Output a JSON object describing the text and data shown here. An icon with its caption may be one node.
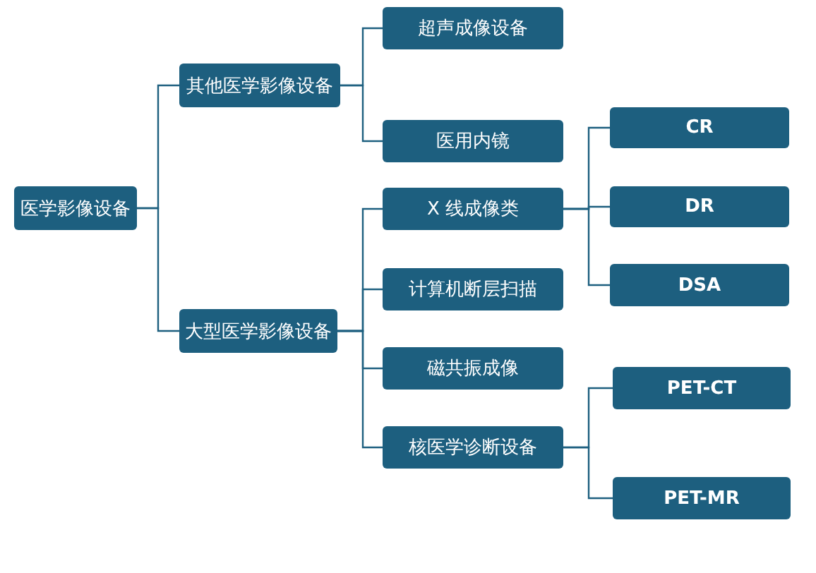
{
  "diagram": {
    "nodes": [
      {
        "text": [
          "医学影像设备"
        ]
      },
      {
        "text": [
          "其他医学影像设备"
        ]
      },
      {
        "text": [
          "大型医学影像设备"
        ]
      },
      {
        "text": [
          "超声成像设备"
        ]
      },
      {
        "text": [
          "医用内镜"
        ]
      },
      {
        "text": [
          "X 线成像类"
        ]
      },
      {
        "text": [
          "计算机断层扫描"
        ]
      },
      {
        "text": [
          "磁共振成像"
        ]
      },
      {
        "text": [
          "核医学诊断设备"
        ]
      },
      {
        "text": [
          "CR"
        ]
      },
      {
        "text": [
          "DR"
        ]
      },
      {
        "text": [
          "DSA"
        ]
      },
      {
        "text": [
          "PET-CT"
        ]
      },
      {
        "text": [
          "PET-MR"
        ]
      }
    ],
    "edges": [
      {
        "from": 0,
        "to": 1,
        "arrow": "none"
      },
      {
        "from": 0,
        "to": 2,
        "arrow": "none"
      },
      {
        "from": 1,
        "to": 3,
        "arrow": "none"
      },
      {
        "from": 1,
        "to": 4,
        "arrow": "none"
      },
      {
        "from": 2,
        "to": 5,
        "arrow": "none"
      },
      {
        "from": 2,
        "to": 6,
        "arrow": "none"
      },
      {
        "from": 2,
        "to": 7,
        "arrow": "none"
      },
      {
        "from": 2,
        "to": 8,
        "arrow": "none"
      },
      {
        "from": 5,
        "to": 9,
        "arrow": "none"
      },
      {
        "from": 5,
        "to": 10,
        "arrow": "none"
      },
      {
        "from": 5,
        "to": 11,
        "arrow": "none"
      },
      {
        "from": 8,
        "to": 12,
        "arrow": "none"
      },
      {
        "from": 8,
        "to": 13,
        "arrow": "none"
      }
    ]
  }
}
